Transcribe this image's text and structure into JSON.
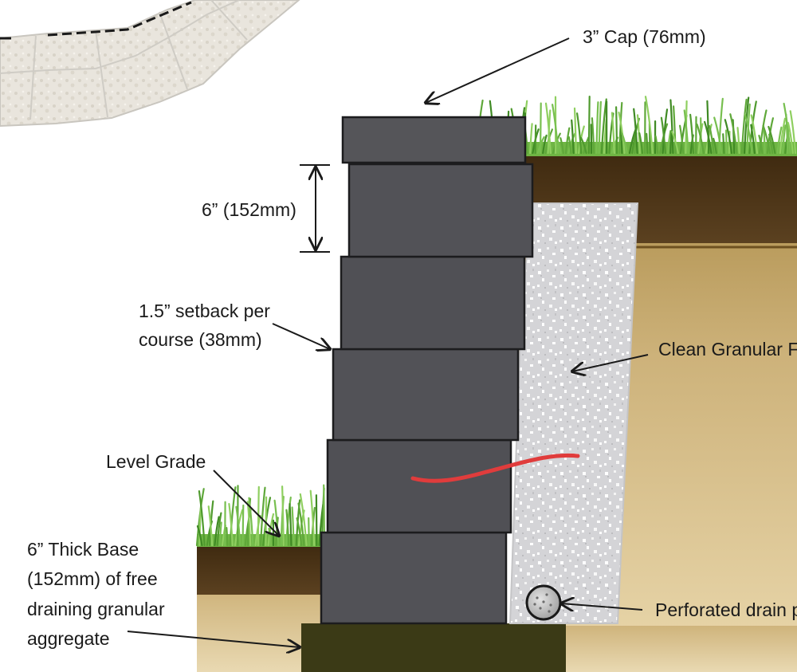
{
  "labels": {
    "cap": "3” Cap (76mm)",
    "block_height": "6” (152mm)",
    "setback_line1": "1.5” setback per",
    "setback_line2": "course (38mm)",
    "fill": "Clean Granular F",
    "level_grade": "Level Grade",
    "base_line1": "6” Thick Base",
    "base_line2": "(152mm) of free",
    "base_line3": "draining granular",
    "base_line4": "aggregate",
    "drain": "Perforated drain p"
  },
  "colors": {
    "block": "#525257",
    "grass": "#5fa83a",
    "topsoil": "#4d3618",
    "native_soil": "#cdb27a",
    "gravel": "#d3d3d6",
    "base": "#3b3a16",
    "marker": "#e03c3c"
  }
}
